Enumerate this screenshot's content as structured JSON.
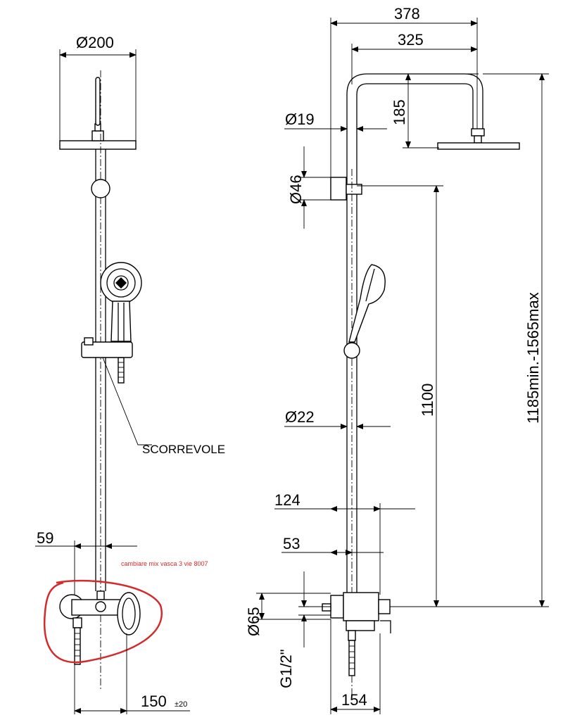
{
  "front_view": {
    "head_diameter": "Ø200",
    "slider_label": "SCORREVOLE",
    "offset_dim": "59",
    "centre_distance": "150",
    "centre_tolerance": "±20",
    "annotation_note": "cambiare mix vasca 3 vie 8007",
    "annotation_color": "#d42a2a"
  },
  "side_view": {
    "overall_width": "378",
    "arm_reach": "325",
    "arm_height": "185",
    "arm_tube_diameter": "Ø19",
    "bracket_diameter": "Ø46",
    "riser_tube_diameter": "Ø22",
    "riser_length": "1100",
    "total_height": "1185min.-1565max",
    "mixer_depth": "124",
    "mixer_offset": "53",
    "mixer_diameter": "Ø65",
    "connection_thread": "G1/2\"",
    "mixer_width": "154"
  }
}
